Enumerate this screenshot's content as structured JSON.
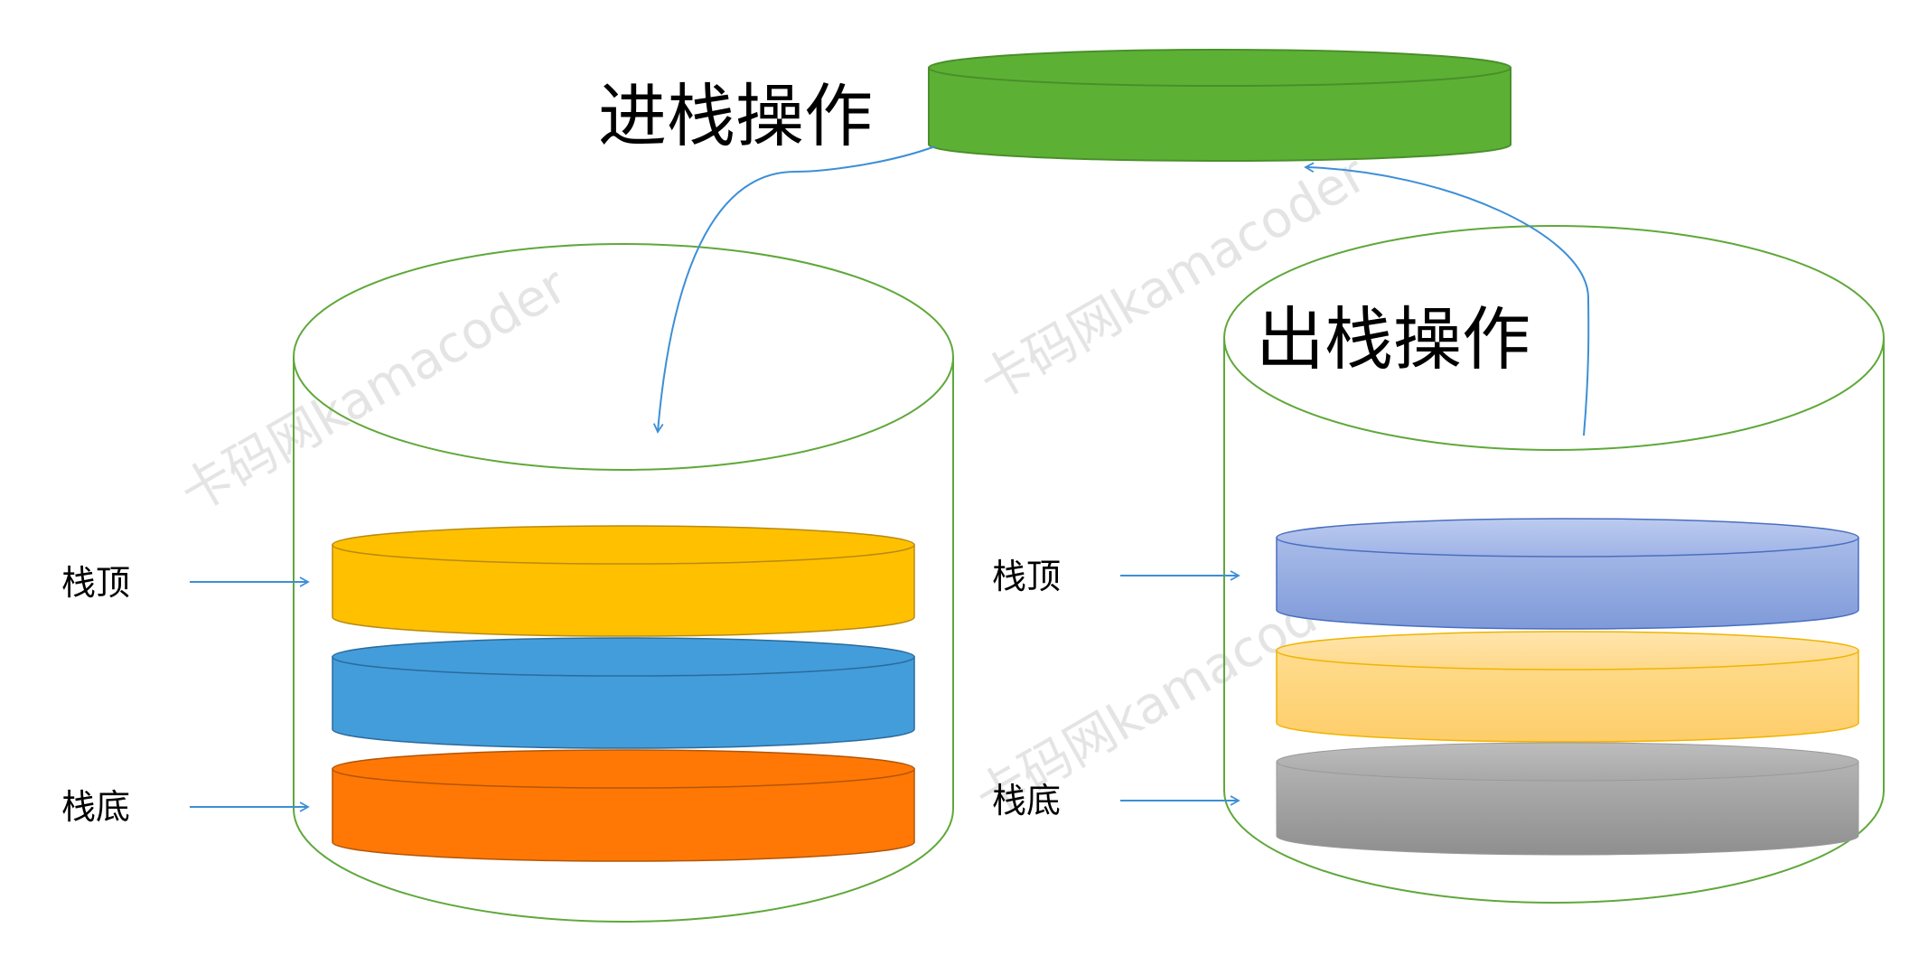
{
  "push_title": "进栈操作",
  "pop_title": "出栈操作",
  "left_stack": {
    "top_label": "栈顶",
    "bottom_label": "栈底"
  },
  "right_stack": {
    "top_label": "栈顶",
    "bottom_label": "栈底"
  },
  "watermark": "卡码网kamacoder",
  "colors": {
    "container_stroke": "#5fa83a",
    "arrow": "#3d8fd6",
    "green_disc": "#5cb135",
    "left_discs": [
      "#ffc000",
      "#439ddb",
      "#ff7805"
    ],
    "right_discs": [
      "#8ea5e0",
      "#fed37d",
      "#a6a6a6"
    ]
  }
}
